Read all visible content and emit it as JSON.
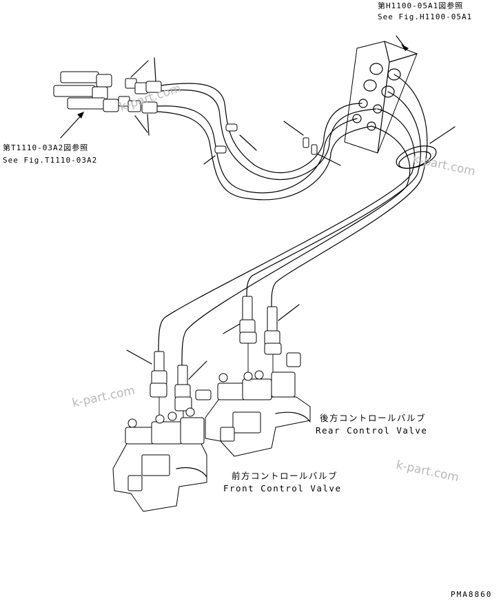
{
  "labels": {
    "ref_top_jp": "第H1100-05A1図参照",
    "ref_top_en": "See Fig.H1100-05A1",
    "ref_left_jp": "第T1110-03A2図参照",
    "ref_left_en": "See Fig.T1110-03A2",
    "rear_valve_jp": "後方コントロールバルブ",
    "rear_valve_en": "Rear Control Valve",
    "front_valve_jp": "前方コントロールバルブ",
    "front_valve_en": "Front Control Valve",
    "drawing_code": "PMA8860"
  },
  "watermarks": [
    "k-part.com",
    "k-part.com",
    "k-part.com",
    "k-part.com"
  ],
  "colors": {
    "line": "#000000",
    "watermark": "#b9b9b9",
    "background": "#ffffff"
  }
}
